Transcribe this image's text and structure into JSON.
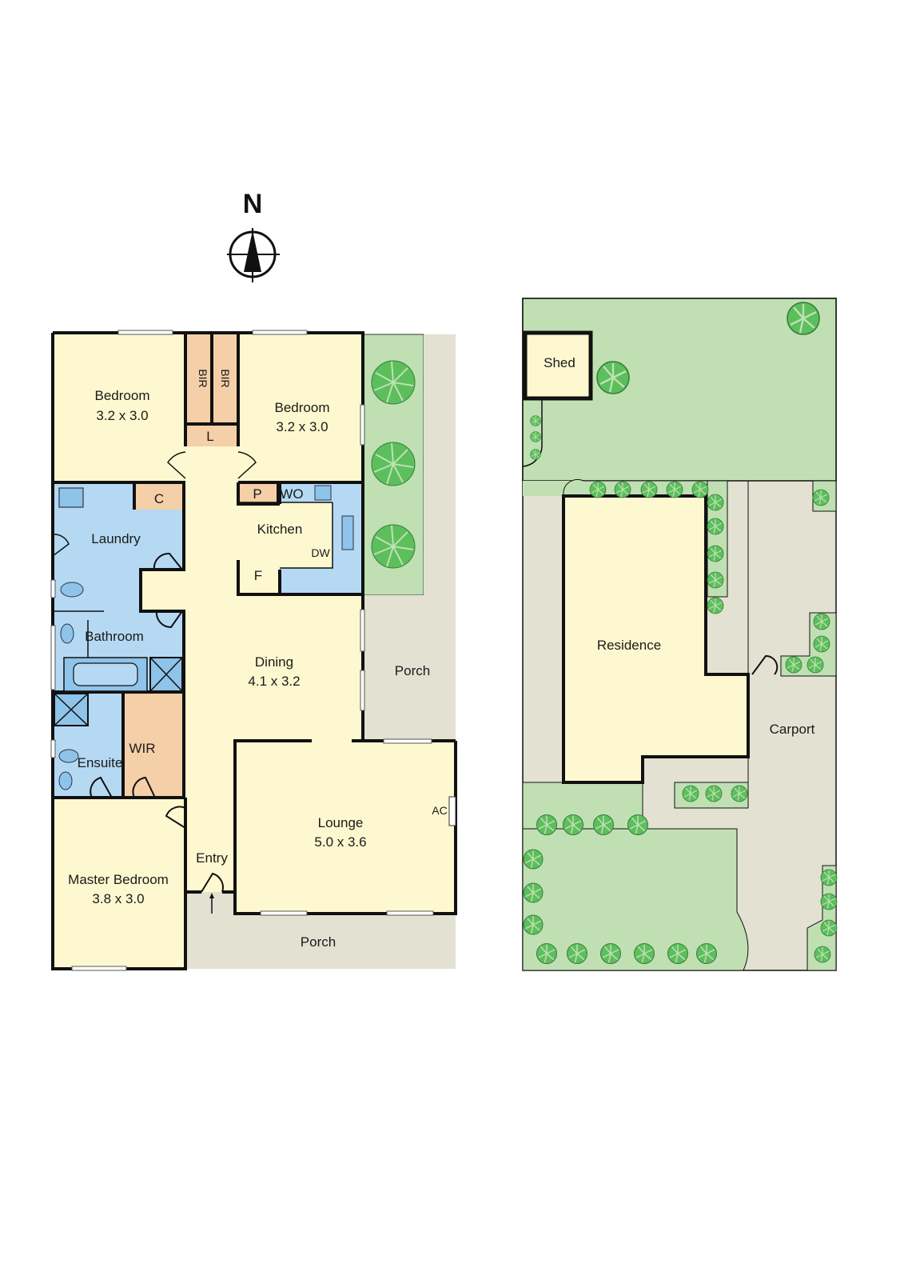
{
  "compass": {
    "label": "N"
  },
  "colors": {
    "living": "#fdf8cf",
    "wet": "#b5d9f3",
    "storage": "#f4cfa8",
    "garden": "#c0e0b4",
    "paving": "#e3e1d2",
    "tree": "#5cbf5c",
    "wall": "#111111"
  },
  "floor_plan": {
    "rooms": [
      {
        "name": "Bedroom",
        "dims": "3.2 x 3.0"
      },
      {
        "name": "Bedroom",
        "dims": "3.2 x 3.0"
      },
      {
        "name": "Dining",
        "dims": "4.1 x 3.2"
      },
      {
        "name": "Lounge",
        "dims": "5.0 x 3.6"
      },
      {
        "name": "Master Bedroom",
        "dims": "3.8 x 3.0"
      }
    ],
    "labels": {
      "bir1": "BIR",
      "bir2": "BIR",
      "linen": "L",
      "cupboard": "C",
      "pantry": "P",
      "wall_oven": "WO",
      "kitchen": "Kitchen",
      "dishwasher": "DW",
      "fridge": "F",
      "laundry": "Laundry",
      "bathroom": "Bathroom",
      "ensuite": "Ensuite",
      "wir": "WIR",
      "entry": "Entry",
      "ac": "AC",
      "porch_side": "Porch",
      "porch_front": "Porch"
    }
  },
  "site_plan": {
    "labels": {
      "shed": "Shed",
      "residence": "Residence",
      "carport": "Carport"
    }
  }
}
